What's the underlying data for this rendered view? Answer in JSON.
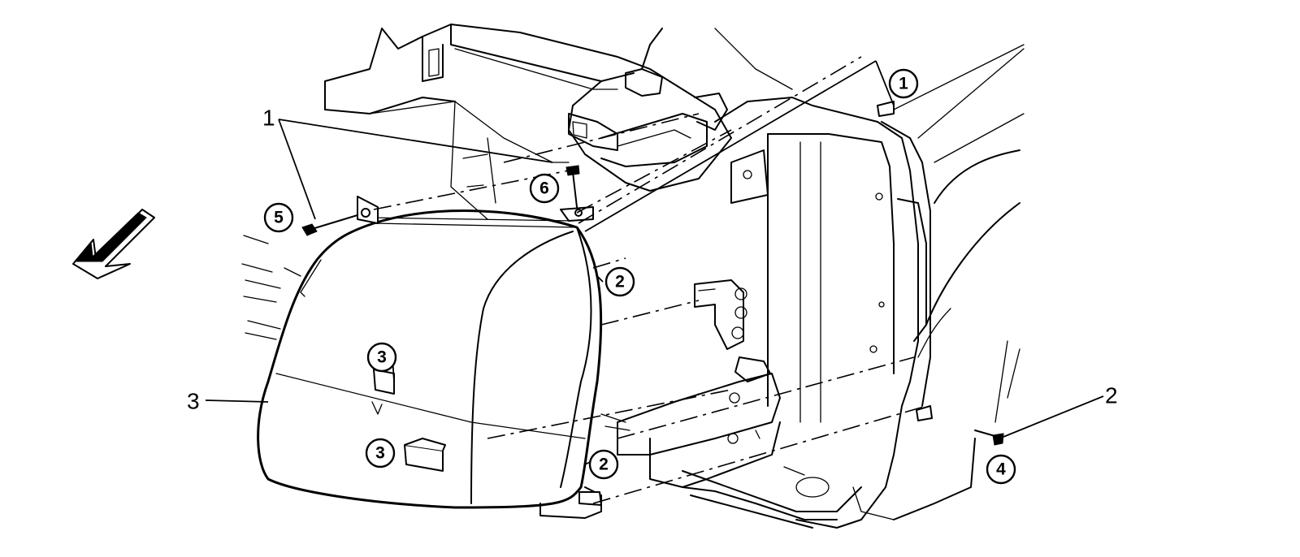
{
  "callouts": [
    {
      "id": "c1-top",
      "label": "1"
    },
    {
      "id": "c2-upper",
      "label": "2"
    },
    {
      "id": "c3-upper",
      "label": "3"
    },
    {
      "id": "c3-lower",
      "label": "3"
    },
    {
      "id": "c2-lower",
      "label": "2"
    },
    {
      "id": "c4",
      "label": "4"
    },
    {
      "id": "c5",
      "label": "5"
    },
    {
      "id": "c6",
      "label": "6"
    }
  ],
  "labels": [
    {
      "id": "l1",
      "label": "1"
    },
    {
      "id": "l2",
      "label": "2"
    },
    {
      "id": "l3",
      "label": "3"
    }
  ]
}
